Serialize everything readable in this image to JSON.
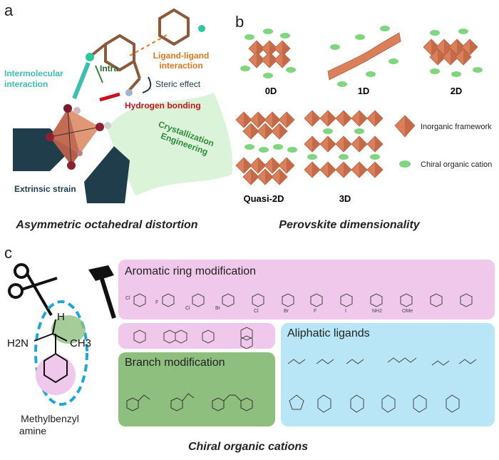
{
  "panels": {
    "a": {
      "letter": "a",
      "caption": "Asymmetric octahedral distortion",
      "labels": {
        "ligand_ligand": [
          "Ligand-ligand",
          "interaction"
        ],
        "intra": "Intra",
        "intermolecular": [
          "Intermolecular",
          "interaction"
        ],
        "steric": "Steric effect",
        "hydrogen": "Hydrogen bonding",
        "crystallization": [
          "Crystallization",
          "Engineering"
        ],
        "strain": "Extrinsic strain"
      }
    },
    "b": {
      "letter": "b",
      "caption": "Perovskite dimensionality",
      "dims": [
        "0D",
        "1D",
        "2D",
        "Quasi-2D",
        "3D"
      ],
      "legend": {
        "inorganic": "Inorganic framework",
        "chiral": "Chiral organic cation"
      }
    },
    "c": {
      "letter": "c",
      "caption": "Chiral organic cations",
      "molecule": {
        "h2n": "H2N",
        "h": "H",
        "ch3": "CH3",
        "name": [
          "Methylbenzyl",
          "amine"
        ]
      },
      "boxes": {
        "aromatic": "Aromatic ring modification",
        "aliphatic": "Aliphatic ligands",
        "branch": "Branch modification"
      },
      "substituents": [
        "Cl",
        "F",
        "Cl",
        "Br",
        "Cl",
        "Br",
        "F",
        "I",
        "NH2",
        "OMe",
        "",
        ""
      ]
    }
  },
  "colors": {
    "octahedron": "#d9805a",
    "cation": "#7fd67f",
    "aromatic_bg": "#f0c8ec",
    "aliphatic_bg": "#b9e6f6",
    "branch_bg": "#8fbf7f",
    "teal": "#3bbfb0",
    "orange": "#e0781f",
    "red": "#c4161c",
    "dashed_blue": "#1fa6d9"
  }
}
